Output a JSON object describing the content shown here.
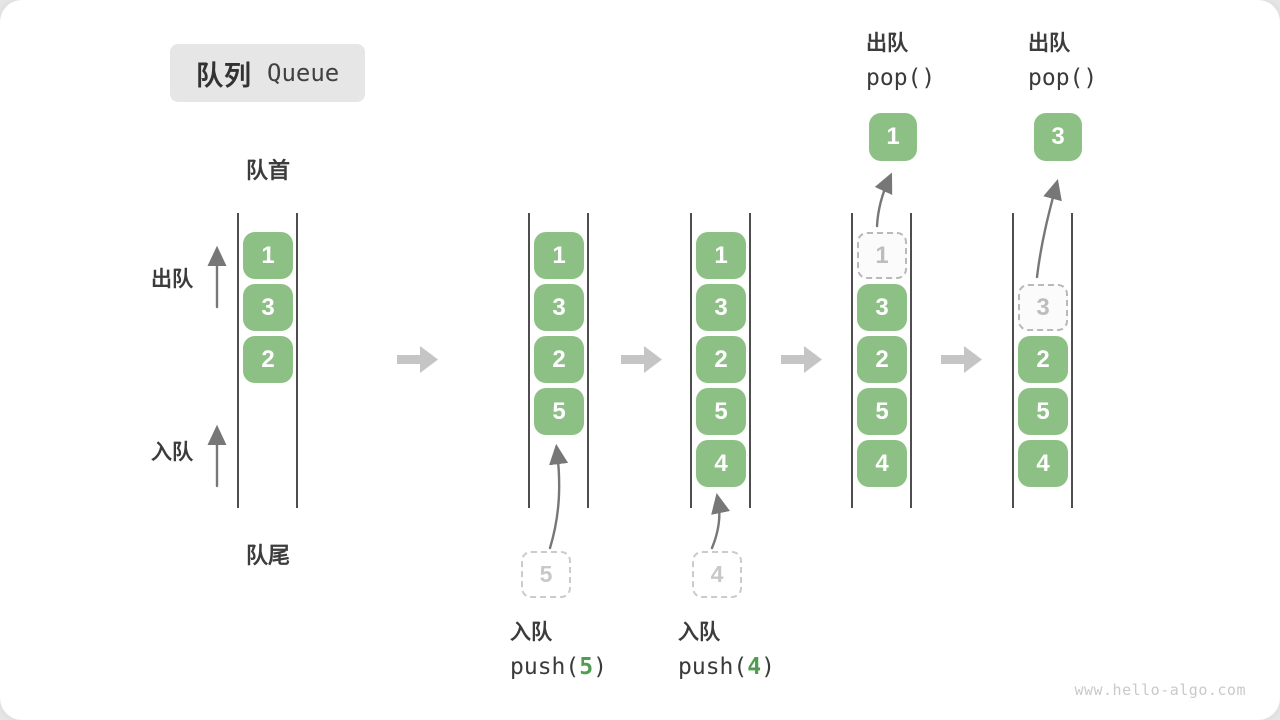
{
  "title": {
    "zh": "队列",
    "en": "Queue"
  },
  "labels": {
    "front": "队首",
    "rear": "队尾",
    "dequeue": "出队",
    "enqueue": "入队"
  },
  "watermark": "www.hello-algo.com",
  "colors": {
    "box_green": "#8DC085",
    "accent_green": "#4F9D50",
    "rail": "#4E4E4E",
    "flow_arrow": "#C5C5C5",
    "curve_arrow": "#777777",
    "ghost_border": "#B9B9B9",
    "ghost_text": "#BDBDBD",
    "pending_border": "#CBCBCB",
    "pending_text": "#C8C8C8",
    "title_bg": "#E6E6E6",
    "text_dark": "#3C3C3C",
    "code_text": "#3A3A3A",
    "watermark": "#C9C9C9"
  },
  "states": [
    {
      "cells": [
        {
          "value": "1"
        },
        {
          "value": "3"
        },
        {
          "value": "2"
        }
      ]
    },
    {
      "cells": [
        {
          "value": "1"
        },
        {
          "value": "3"
        },
        {
          "value": "2"
        },
        {
          "value": "5"
        }
      ],
      "pending": "5",
      "op": {
        "action": "入队",
        "fn_open": "push(",
        "arg": "5",
        "fn_close": ")"
      }
    },
    {
      "cells": [
        {
          "value": "1"
        },
        {
          "value": "3"
        },
        {
          "value": "2"
        },
        {
          "value": "5"
        },
        {
          "value": "4"
        }
      ],
      "pending": "4",
      "op": {
        "action": "入队",
        "fn_open": "push(",
        "arg": "4",
        "fn_close": ")"
      }
    },
    {
      "cells": [
        {
          "value": "1"
        },
        {
          "value": "3"
        },
        {
          "value": "2"
        },
        {
          "value": "5"
        },
        {
          "value": "4"
        }
      ],
      "popped": "1",
      "op": {
        "action": "出队",
        "fn": "pop()"
      }
    },
    {
      "cells": [
        {
          "value": "3"
        },
        {
          "value": "2"
        },
        {
          "value": "5"
        },
        {
          "value": "4"
        }
      ],
      "popped": "3",
      "op": {
        "action": "出队",
        "fn": "pop()"
      }
    }
  ]
}
